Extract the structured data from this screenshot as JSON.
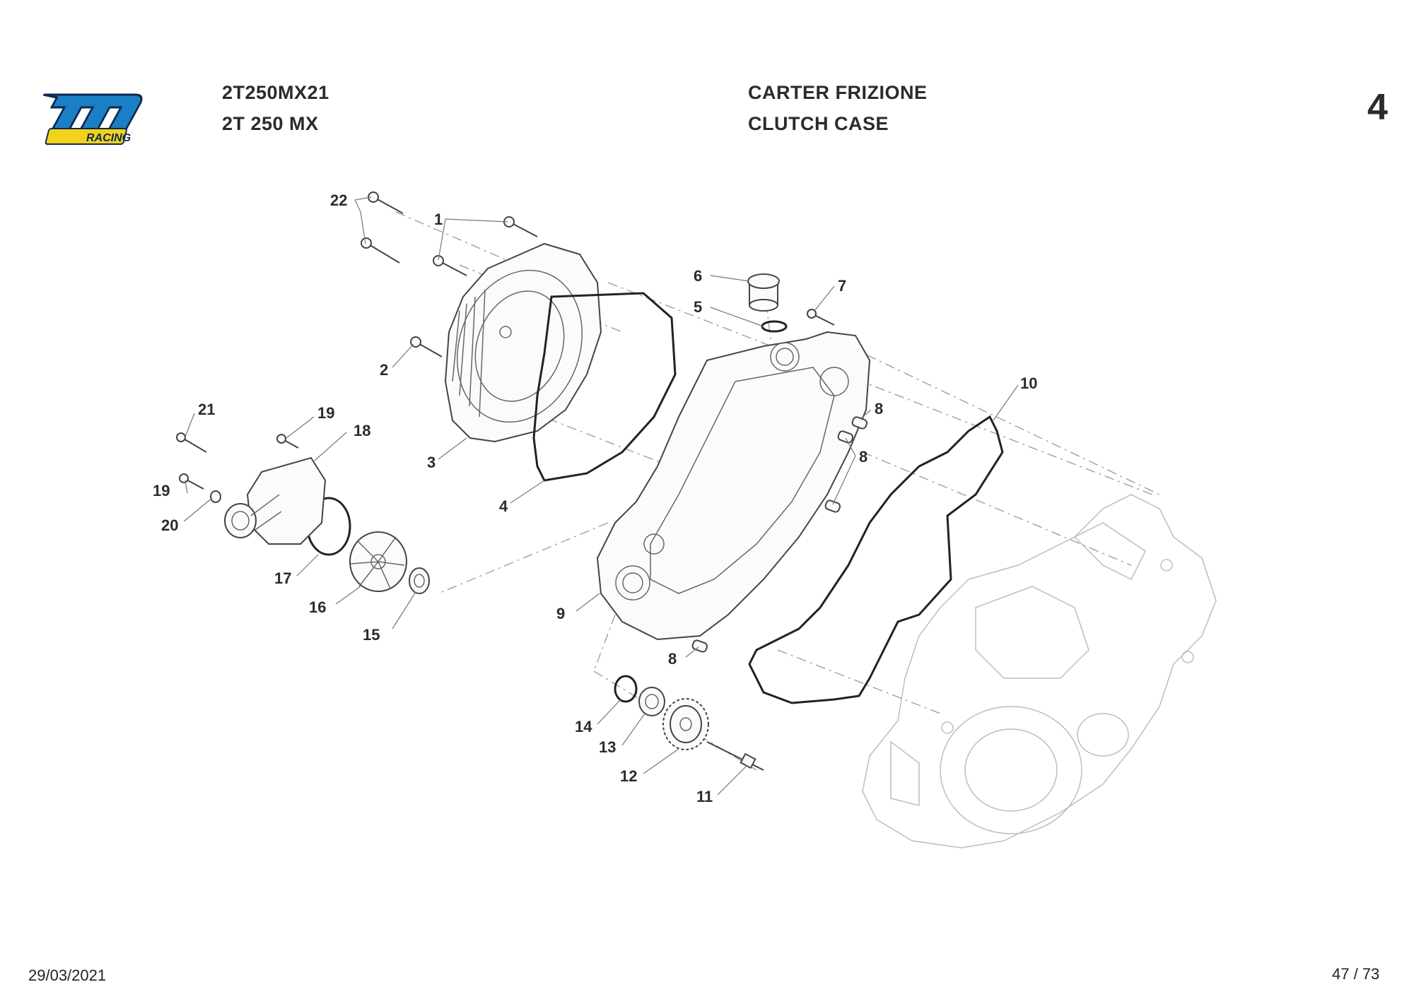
{
  "header": {
    "model_code": "2T250MX21",
    "model_name": "2T 250 MX",
    "title_it": "CARTER FRIZIONE",
    "title_en": "CLUTCH CASE",
    "section_number": "4"
  },
  "logo": {
    "text": "tm",
    "subtext": "RACING",
    "colors": {
      "primary": "#1a7fc4",
      "accent": "#f2d21b",
      "outline": "#0c2a52"
    }
  },
  "footer": {
    "date": "29/03/2021",
    "page": "47 / 73"
  },
  "callouts": {
    "c1": "1",
    "c2": "2",
    "c3": "3",
    "c4": "4",
    "c5": "5",
    "c6": "6",
    "c7": "7",
    "c8a": "8",
    "c8b": "8",
    "c8c": "8",
    "c9": "9",
    "c10": "10",
    "c11": "11",
    "c12": "12",
    "c13": "13",
    "c14": "14",
    "c15": "15",
    "c16": "16",
    "c17": "17",
    "c18": "18",
    "c19a": "19",
    "c19b": "19",
    "c20": "20",
    "c21": "21",
    "c22": "22"
  }
}
